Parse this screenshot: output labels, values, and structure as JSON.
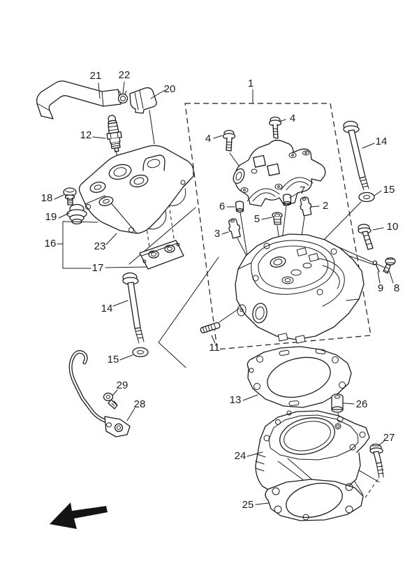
{
  "diagram": {
    "kind": "exploded-parts-diagram",
    "background_color": "#ffffff",
    "line_color": "#1c1c1c",
    "direction_arrow_icon": "front-direction-arrow",
    "callouts": [
      "1",
      "2",
      "3",
      "4",
      "4",
      "5",
      "6",
      "7",
      "8",
      "9",
      "10",
      "11",
      "12",
      "13",
      "14",
      "14",
      "15",
      "15",
      "16",
      "17",
      "18",
      "19",
      "20",
      "21",
      "22",
      "23",
      "24",
      "25",
      "26",
      "27",
      "28",
      "29"
    ]
  }
}
